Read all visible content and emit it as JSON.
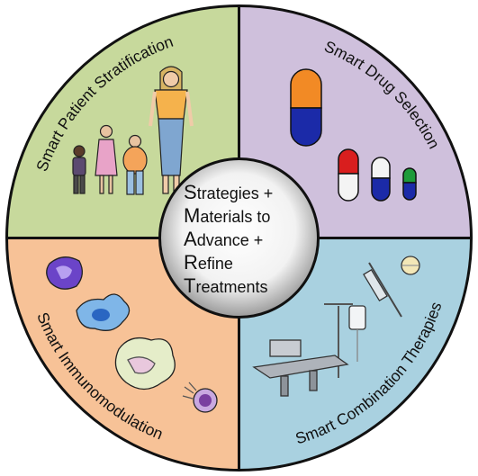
{
  "quadrants": [
    {
      "label": "Smart Patient Stratification",
      "color": "#c7d99c"
    },
    {
      "label": "Smart Drug Selection",
      "color": "#cfc0dc"
    },
    {
      "label": "Smart Immunomodulation",
      "color": "#f7c297"
    },
    {
      "label": "Smart Combination Therapies",
      "color": "#a9d1e0"
    }
  ],
  "center": {
    "lines": [
      {
        "initial": "S",
        "rest": "trategies +"
      },
      {
        "initial": "M",
        "rest": "aterials to"
      },
      {
        "initial": "A",
        "rest": "dvance  +"
      },
      {
        "initial": "R",
        "rest": "efine"
      },
      {
        "initial": "T",
        "rest": "reatments"
      }
    ]
  },
  "icons": [
    "people-group-icon",
    "capsule-icon",
    "immune-cells-icon",
    "medical-equipment-icon"
  ]
}
